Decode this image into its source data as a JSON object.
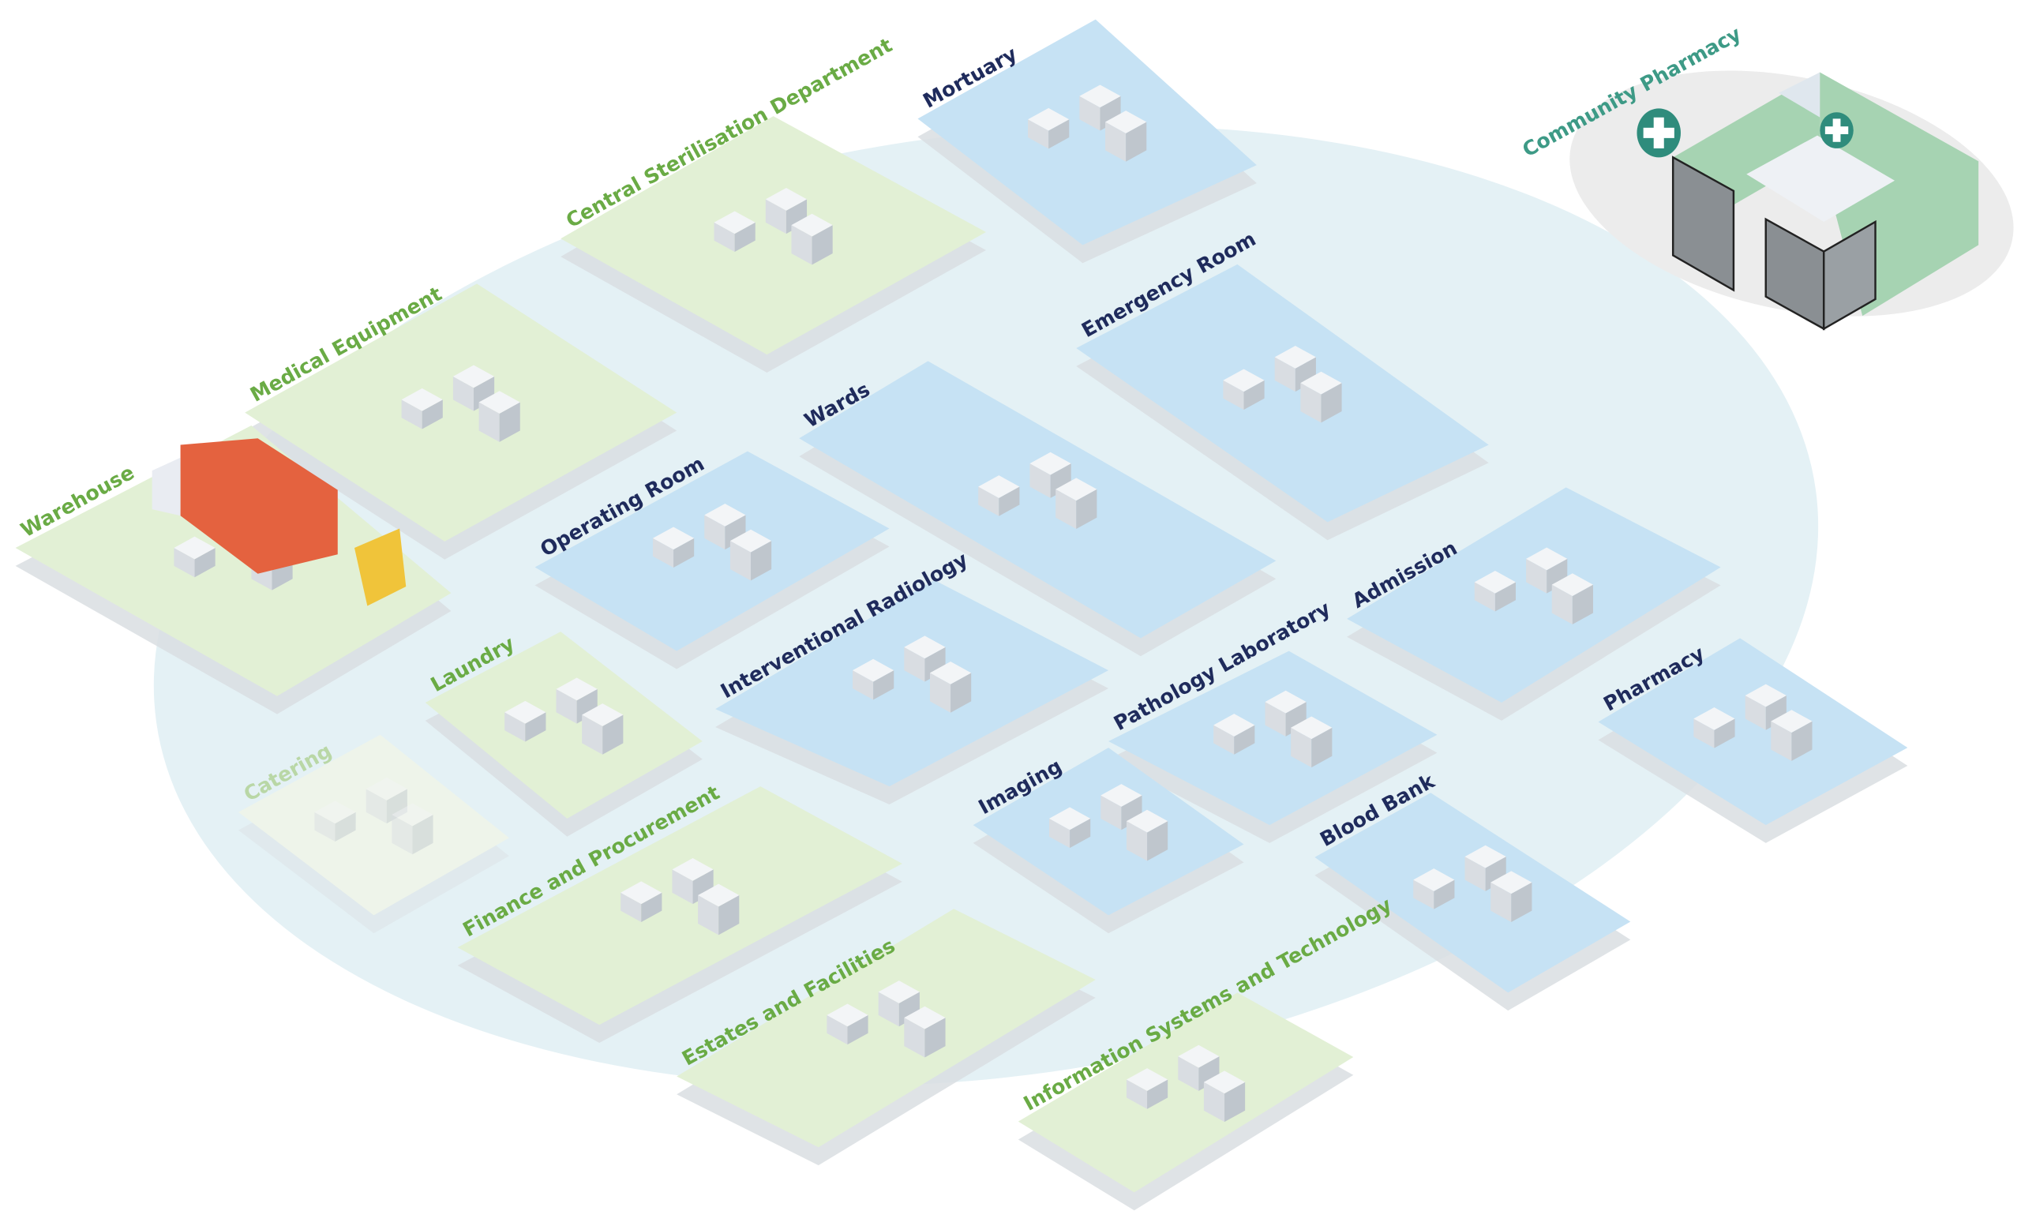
{
  "title": "Hospital departments isometric map",
  "colors": {
    "background_blob": "#e4f1f5",
    "clinical_tile": "#c6e2f4",
    "support_tile": "#e2f0d5",
    "faded_tile": "#eef4ea",
    "shadow": "#d9dee2",
    "clinical_label": "#1f2b5c",
    "support_label": "#6aab45",
    "faded_label": "#b9d7a6",
    "community_label": "#3d9a86",
    "community_building": "#a6d3b2"
  },
  "zones": [
    {
      "id": "mortuary",
      "label": "Mortuary",
      "theme": "clinical"
    },
    {
      "id": "central-sterilisation",
      "label": "Central Sterilisation Department",
      "theme": "support"
    },
    {
      "id": "medical-equipment",
      "label": "Medical Equipment",
      "theme": "support"
    },
    {
      "id": "warehouse",
      "label": "Warehouse",
      "theme": "support"
    },
    {
      "id": "emergency-room",
      "label": "Emergency Room",
      "theme": "clinical"
    },
    {
      "id": "wards",
      "label": "Wards",
      "theme": "clinical"
    },
    {
      "id": "operating-room",
      "label": "Operating Room",
      "theme": "clinical"
    },
    {
      "id": "admission",
      "label": "Admission",
      "theme": "clinical"
    },
    {
      "id": "interventional-radiology",
      "label": "Interventional Radiology",
      "theme": "clinical"
    },
    {
      "id": "laundry",
      "label": "Laundry",
      "theme": "support"
    },
    {
      "id": "pathology-laboratory",
      "label": "Pathology Laboratory",
      "theme": "clinical"
    },
    {
      "id": "pharmacy",
      "label": "Pharmacy",
      "theme": "clinical"
    },
    {
      "id": "catering",
      "label": "Catering",
      "theme": "faded"
    },
    {
      "id": "imaging",
      "label": "Imaging",
      "theme": "clinical"
    },
    {
      "id": "blood-bank",
      "label": "Blood Bank",
      "theme": "clinical"
    },
    {
      "id": "finance-procurement",
      "label": "Finance and Procurement",
      "theme": "support"
    },
    {
      "id": "estates-facilities",
      "label": "Estates and Facilities",
      "theme": "support"
    },
    {
      "id": "information-systems",
      "label": "Information Systems and Technology",
      "theme": "support"
    }
  ],
  "community_pharmacy": {
    "label": "Community Pharmacy",
    "sign_icon": "plus-cross-icon"
  }
}
